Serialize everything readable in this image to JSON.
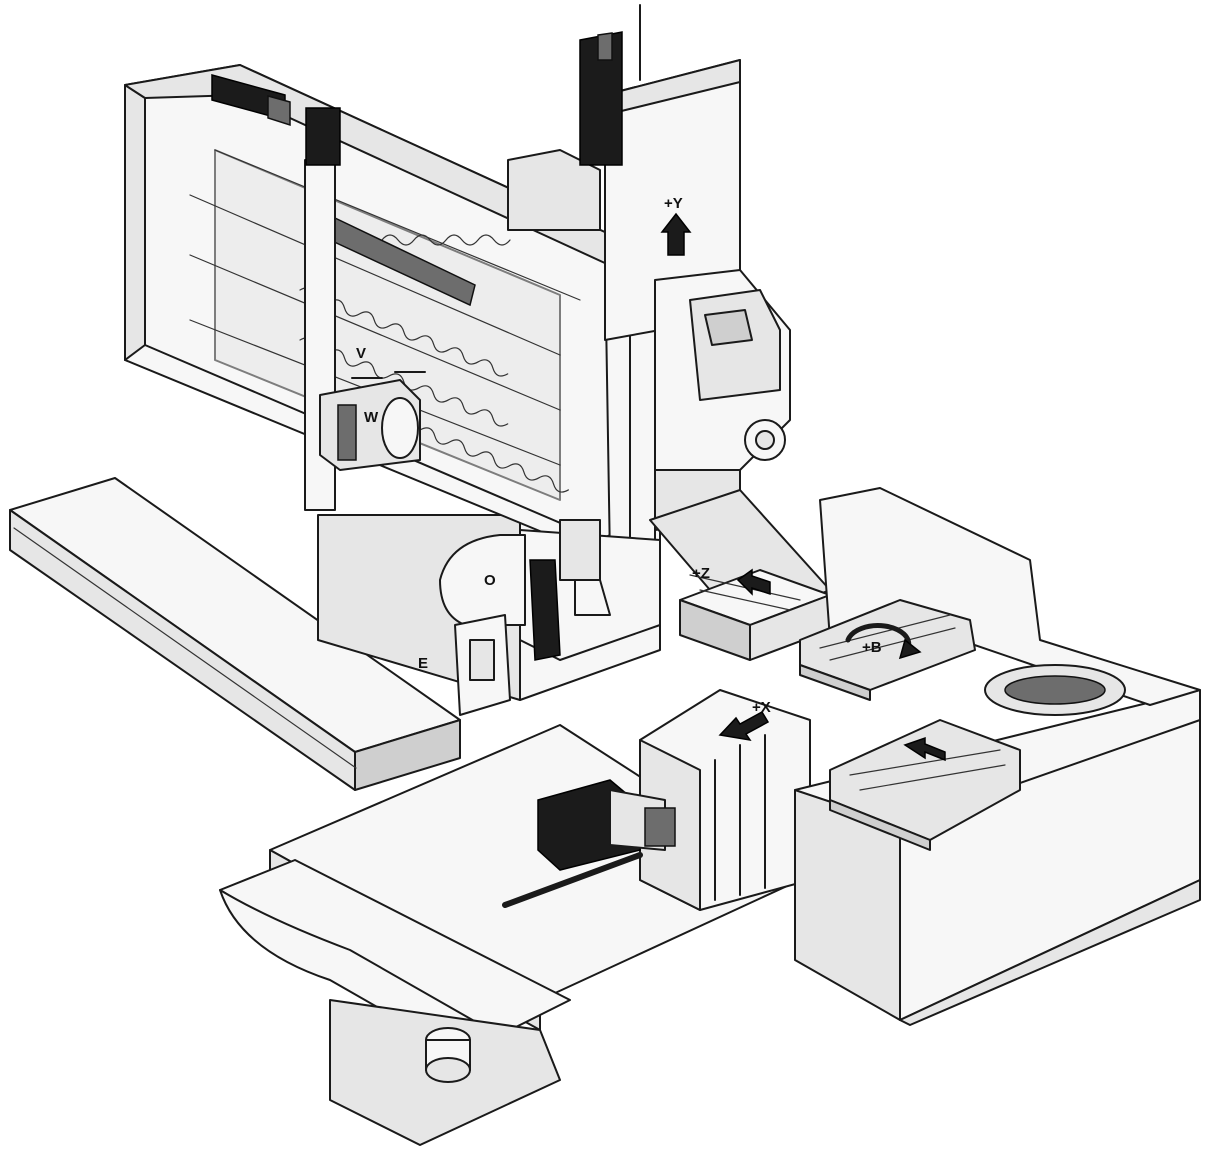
{
  "labels": {
    "y_axis": "+Y",
    "z_axis": "+Z",
    "x_axis": "+X",
    "b_axis": "+B",
    "v_axis": "V",
    "w_axis": "W",
    "o_label": "O",
    "e_label": "E"
  }
}
